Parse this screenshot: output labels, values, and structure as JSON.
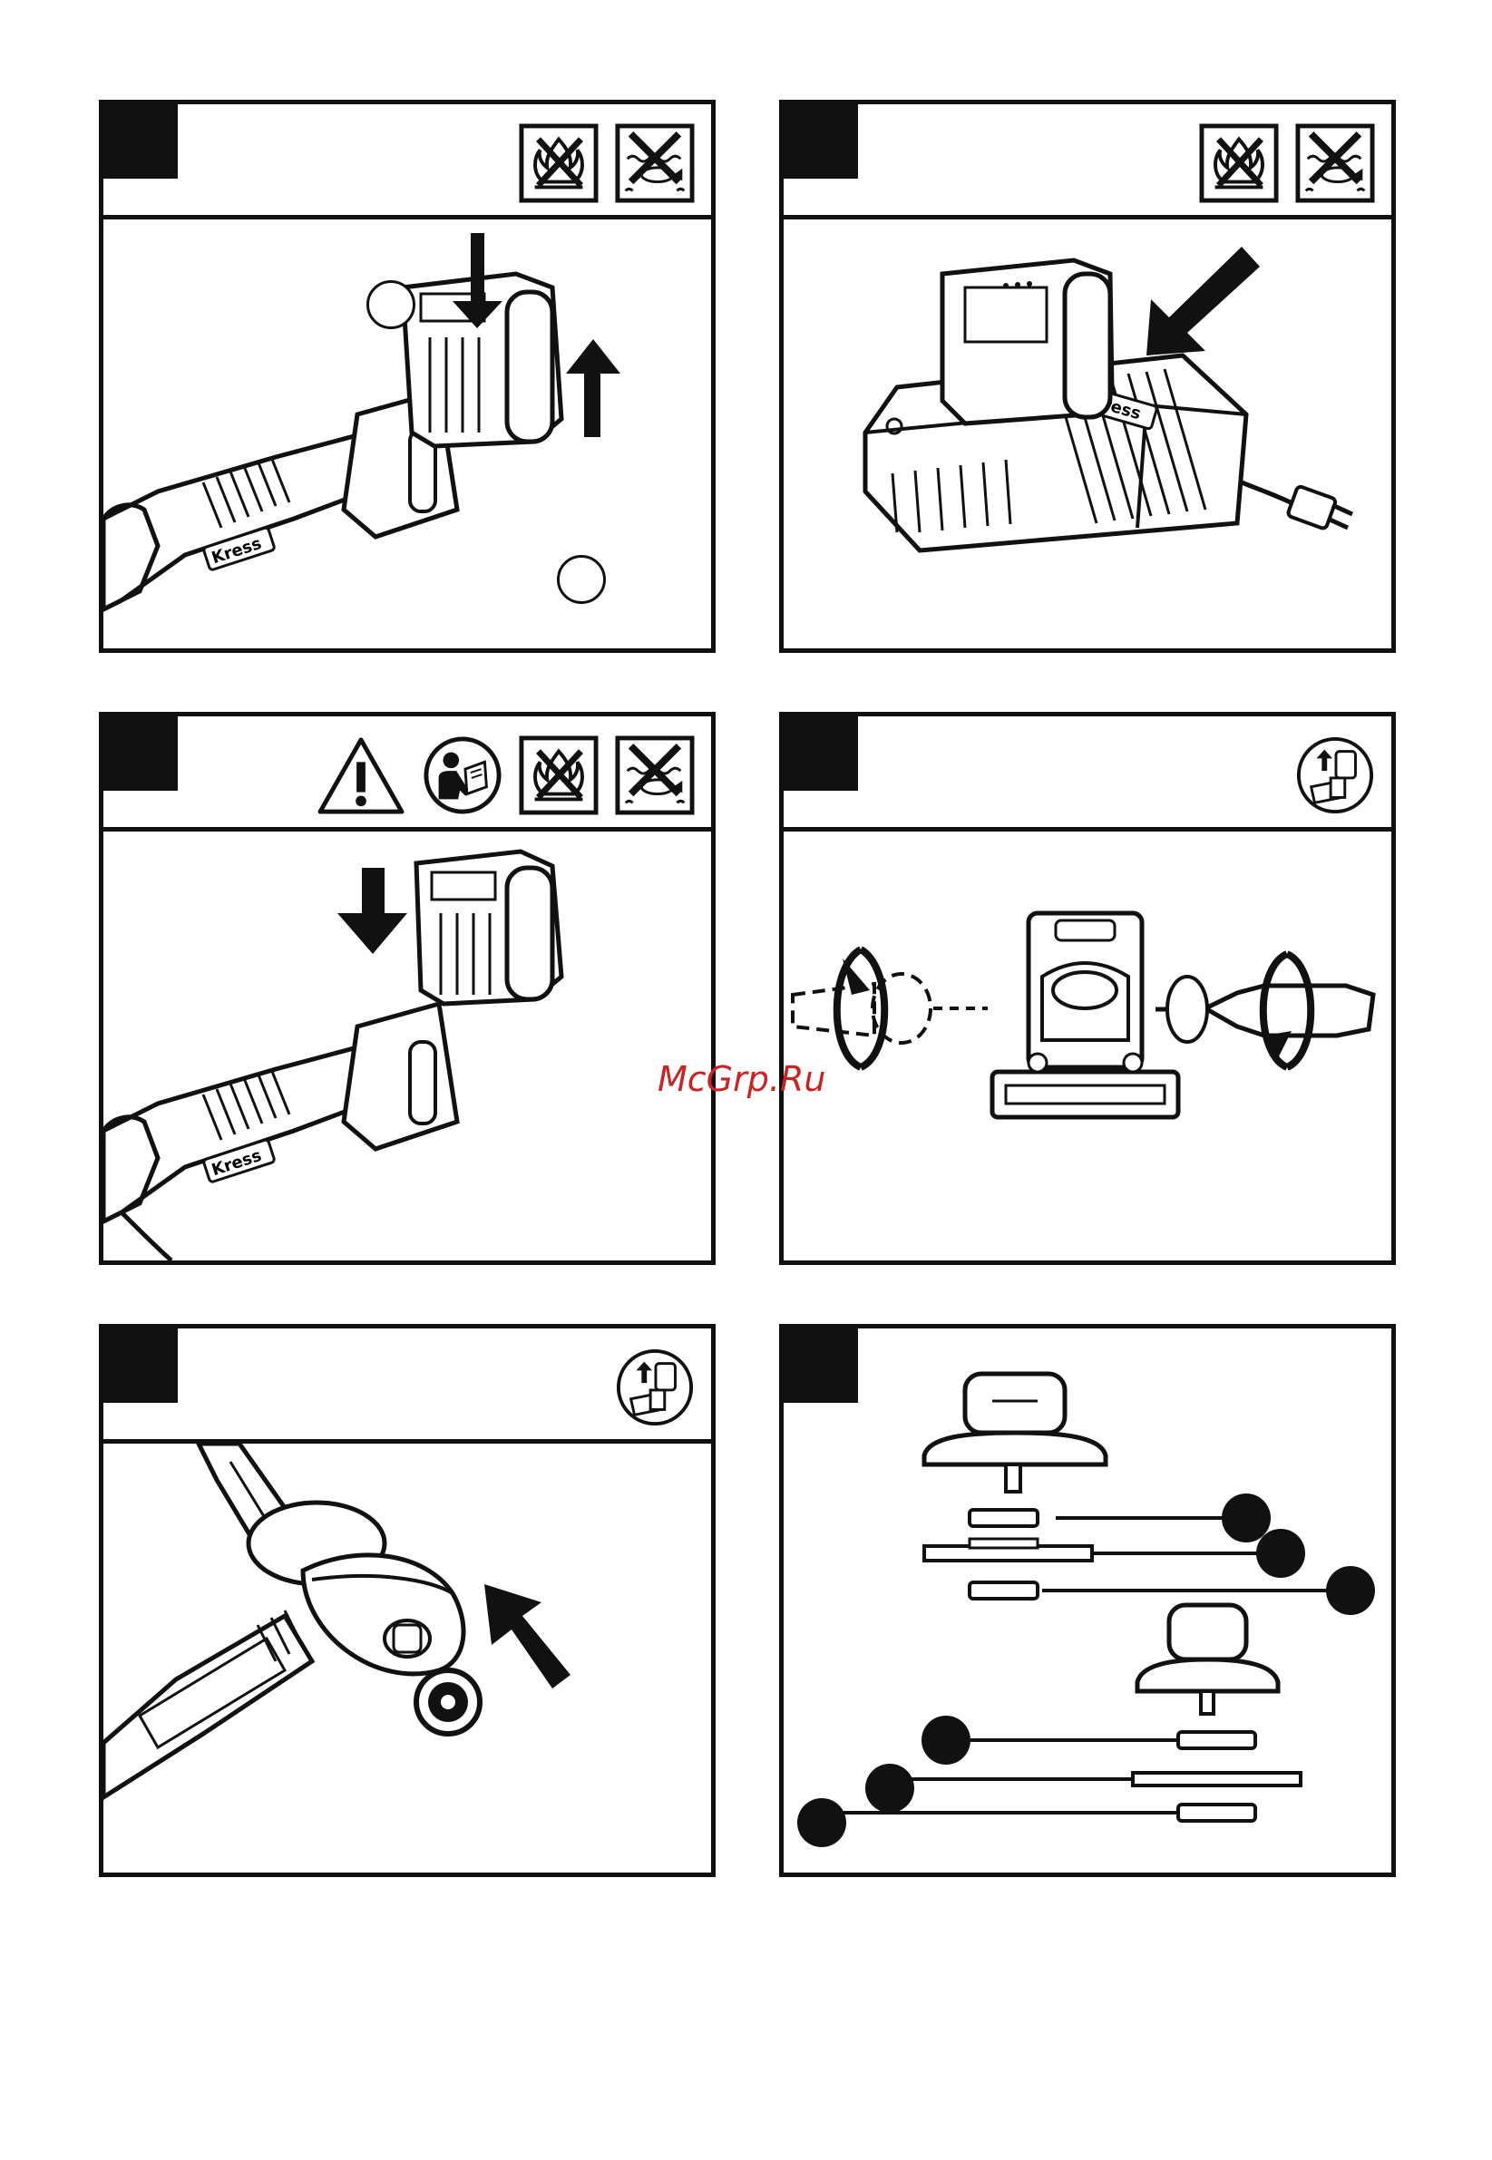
{
  "watermark": "McGrp.Ru",
  "tool_logo": "Kress",
  "icons": [
    "no-fire-icon",
    "no-water-icon",
    "warning-triangle-icon",
    "read-manual-icon",
    "remove-battery-icon"
  ],
  "panels": [
    {
      "id": "battery-install-remove",
      "icons": [
        "no-fire-icon",
        "no-water-icon"
      ]
    },
    {
      "id": "battery-charging",
      "icons": [
        "no-fire-icon",
        "no-water-icon"
      ]
    },
    {
      "id": "battery-insert",
      "icons": [
        "warning-triangle-icon",
        "read-manual-icon",
        "no-fire-icon",
        "no-water-icon"
      ]
    },
    {
      "id": "auxiliary-handle",
      "icons": [
        "remove-battery-icon"
      ]
    },
    {
      "id": "guard-install",
      "icons": [
        "remove-battery-icon"
      ]
    },
    {
      "id": "flange-disc-assembly",
      "icons": []
    }
  ]
}
